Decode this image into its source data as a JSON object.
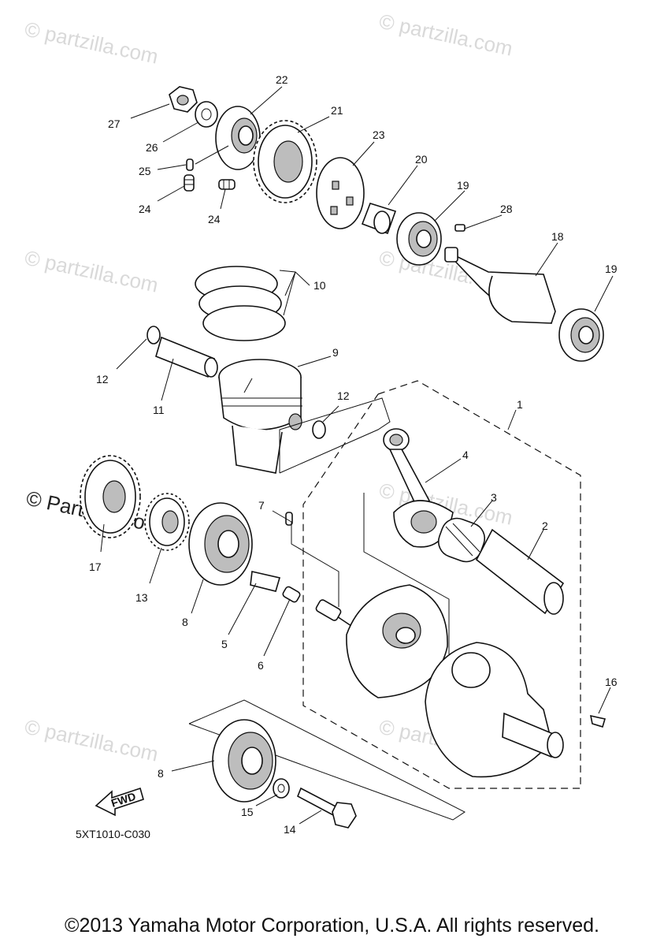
{
  "watermark": "© partzilla.com",
  "watermark_big": "© Partzilla.com",
  "fwd_label": "FWD",
  "diagram_code": "5XT1010-C030",
  "copyright": "©2013 Yamaha Motor Corporation, U.S.A. All rights reserved.",
  "callouts": {
    "n1": "1",
    "n2": "2",
    "n3": "3",
    "n4": "4",
    "n5": "5",
    "n6": "6",
    "n7": "7",
    "n8a": "8",
    "n8b": "8",
    "n9": "9",
    "n10": "10",
    "n11": "11",
    "n12a": "12",
    "n12b": "12",
    "n13": "13",
    "n14": "14",
    "n15": "15",
    "n16": "16",
    "n17": "17",
    "n18": "18",
    "n19a": "19",
    "n19b": "19",
    "n20": "20",
    "n21": "21",
    "n22": "22",
    "n23": "23",
    "n24a": "24",
    "n24b": "24",
    "n25": "25",
    "n26": "26",
    "n27": "27",
    "n28": "28"
  }
}
